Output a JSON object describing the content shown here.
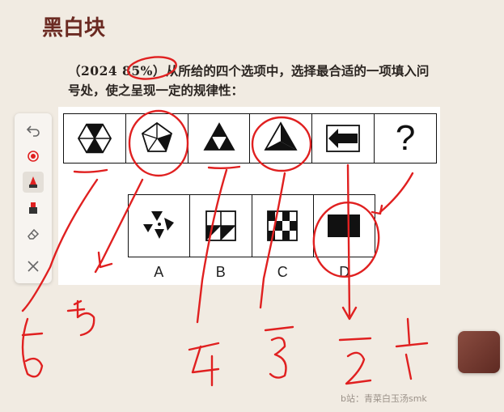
{
  "page": {
    "title": "黑白块",
    "question_source": "（2024 85%）",
    "question_line1": "从所给的四个选项中，选择最合适的一项填入问",
    "question_line2": "号处，使之呈现一定的规律性："
  },
  "puzzle": {
    "question_mark": "?",
    "option_labels": [
      "A",
      "B",
      "C",
      "D"
    ]
  },
  "toolbar": {
    "tools": [
      {
        "name": "undo-icon",
        "glyph": "↶"
      },
      {
        "name": "laser-pointer-icon",
        "glyph": "◉"
      },
      {
        "name": "pen-red-icon",
        "glyph": "pen"
      },
      {
        "name": "highlighter-icon",
        "glyph": "pen"
      },
      {
        "name": "eraser-icon",
        "glyph": "⌫"
      },
      {
        "name": "close-icon",
        "glyph": "✕"
      }
    ]
  },
  "annotations": {
    "counts": [
      "6",
      "5",
      "4",
      "3",
      "2",
      "1"
    ],
    "ink_color": "#e02020"
  },
  "watermark": "b站：青菜白玉汤smk",
  "colors": {
    "title": "#6b2a22",
    "background": "#f1ebe2",
    "ink": "#e02020"
  }
}
